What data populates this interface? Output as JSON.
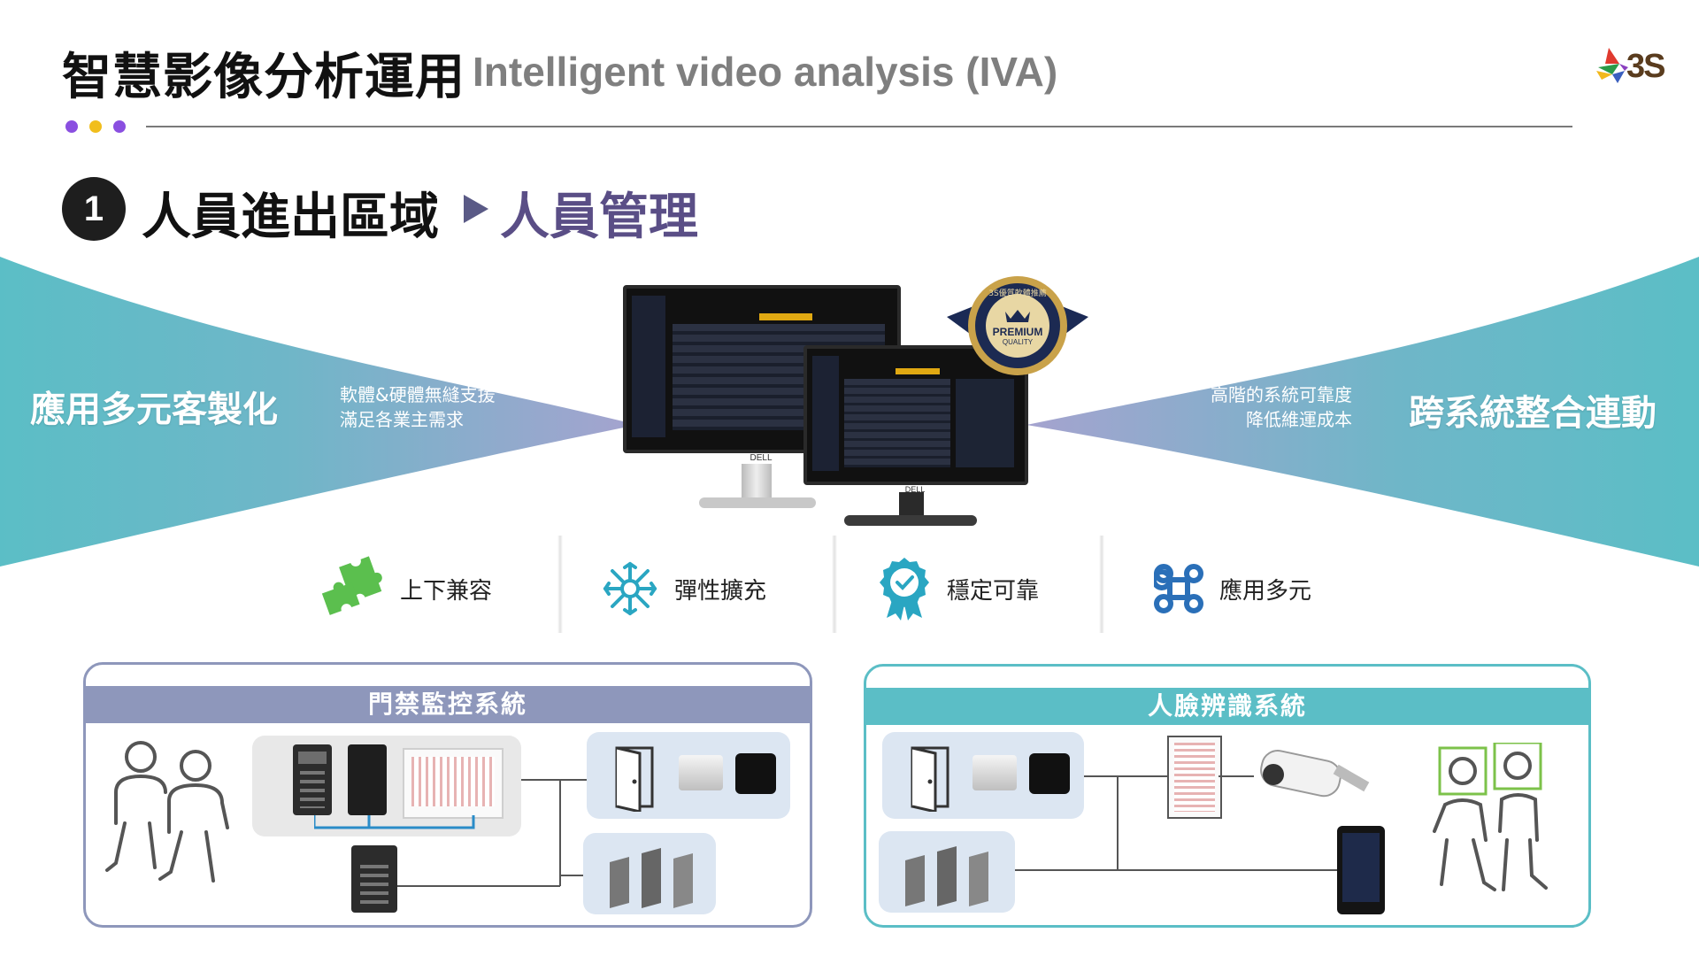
{
  "header": {
    "title_zh": "智慧影像分析運用",
    "title_en": "Intelligent video analysis (IVA)",
    "logo_text": "3S",
    "dot_colors": [
      "#8a4fe0",
      "#f1be1c",
      "#8a4fe0"
    ]
  },
  "section": {
    "number": "1",
    "title": "人員進出區域",
    "subtitle": "人員管理"
  },
  "banner": {
    "left_big": "應用多元客製化",
    "left_small_1": "軟體&硬體無縫支援",
    "left_small_2": "滿足各業主需求",
    "right_small_1": "高階的系統可靠度",
    "right_small_2": "降低維運成本",
    "right_big": "跨系統整合連動",
    "badge_top": "3S優質軟體推薦",
    "badge_main": "PREMIUM",
    "badge_sub": "QUALITY",
    "monitor_brand": "DELL"
  },
  "features": [
    {
      "label": "上下兼容",
      "icon": "puzzle-icon"
    },
    {
      "label": "彈性擴充",
      "icon": "network-expand-icon"
    },
    {
      "label": "穩定可靠",
      "icon": "verified-badge-icon"
    },
    {
      "label": "應用多元",
      "icon": "command-icon"
    }
  ],
  "panels": {
    "access": {
      "title": "門禁監控系統",
      "color": "#8e97bb"
    },
    "face": {
      "title": "人臉辨識系統",
      "color": "#5bbec6"
    }
  },
  "colors": {
    "teal": "#5bbec6",
    "purple": "#8e97bb",
    "feature_green": "#5bbf4e",
    "feature_teal": "#2aa6c2",
    "feature_blue": "#2a6fb8"
  }
}
